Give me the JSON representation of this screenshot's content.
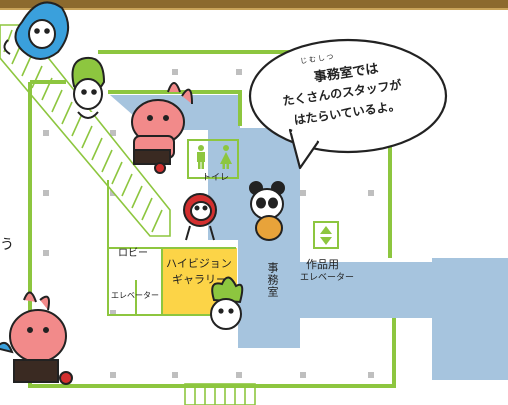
{
  "speech_bubble": {
    "ruby": "じむしつ",
    "line1": "事務室では",
    "line2": "たくさんのスタッフが",
    "line3": "はたらいているよ。"
  },
  "rooms": {
    "restroom": "トイレ",
    "lobby": "ロビー",
    "elevator": "エレベーター",
    "hivision_line1": "ハイビジョン",
    "hivision_line2": "ギャラリー",
    "office": "事務室",
    "artwork_elevator_line1": "作品用",
    "artwork_elevator_line2": "エレベーター"
  },
  "partial_text": {
    "left_edge_char": "う"
  },
  "colors": {
    "wall_green": "#8dc63f",
    "office_blue": "#a6c4de",
    "gallery_yellow": "#fcd447",
    "stairs_green": "#8dc63f",
    "frame_brown": "#8c6a2e"
  },
  "icons": [
    "restroom-male-icon",
    "restroom-female-icon",
    "elevator-up-down-icon"
  ]
}
